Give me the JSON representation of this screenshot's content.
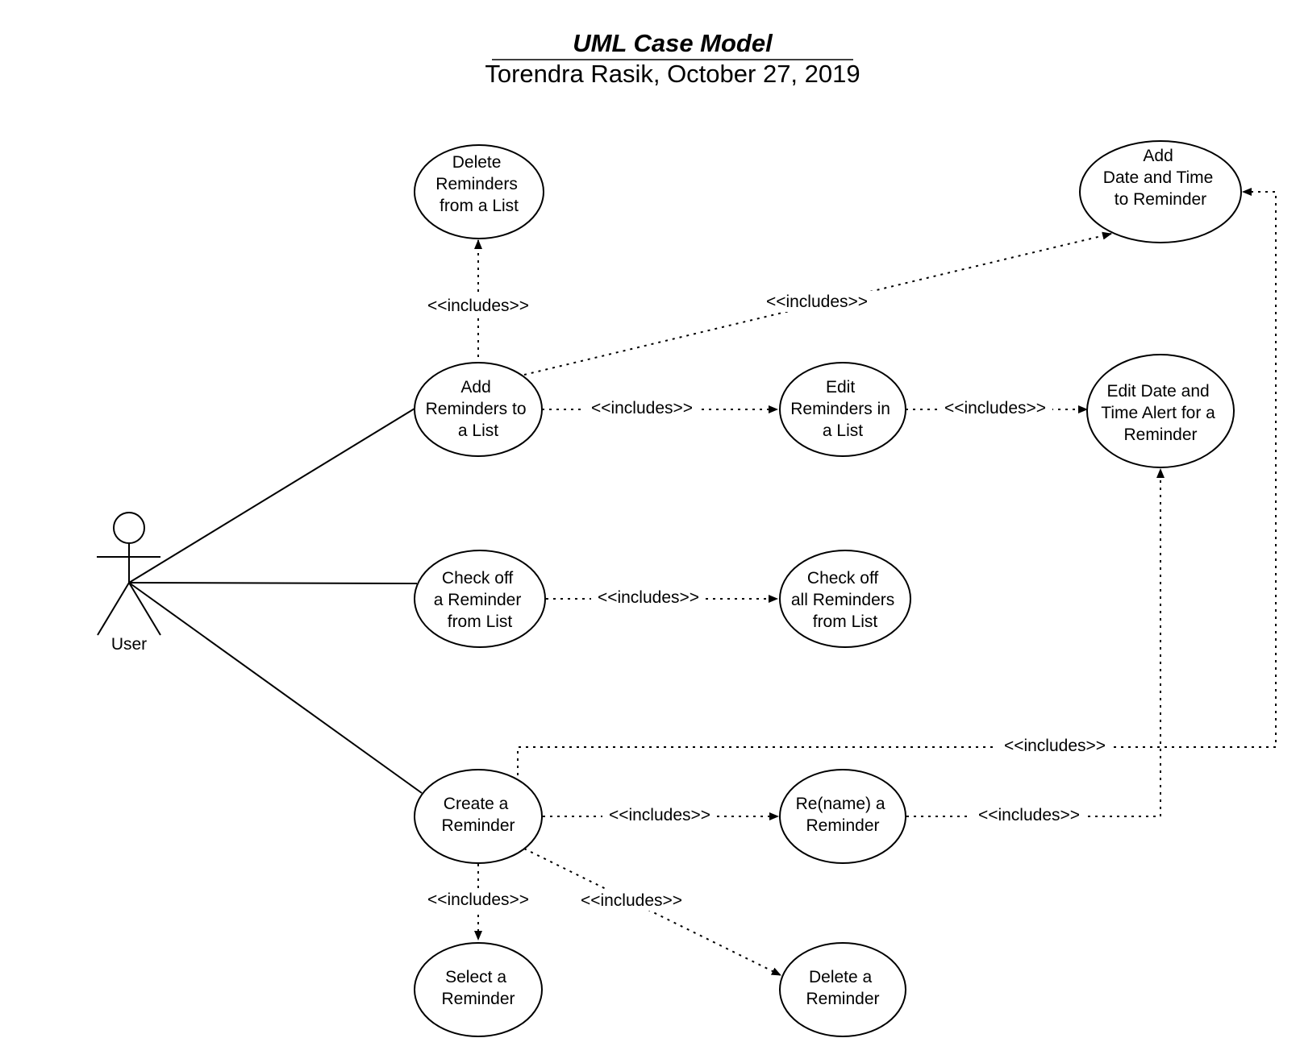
{
  "diagram": {
    "title": "UML Case Model",
    "subtitle": "Torendra Rasik, October 27, 2019",
    "actor": {
      "label": "User"
    },
    "use_cases": [
      {
        "id": "delete_from_list",
        "lines": [
          "Delete",
          "Reminders",
          "from a List"
        ]
      },
      {
        "id": "add_date_time",
        "lines": [
          "Add",
          "Date and Time",
          "to Reminder"
        ]
      },
      {
        "id": "add_to_list",
        "lines": [
          "Add",
          "Reminders to",
          "a List"
        ]
      },
      {
        "id": "edit_in_list",
        "lines": [
          "Edit",
          "Reminders in",
          "a List"
        ]
      },
      {
        "id": "edit_date_alert",
        "lines": [
          "Edit Date and",
          "Time Alert for a",
          "Reminder"
        ]
      },
      {
        "id": "check_off_one",
        "lines": [
          "Check off",
          "a Reminder",
          "from List"
        ]
      },
      {
        "id": "check_off_all",
        "lines": [
          "Check off",
          "all Reminders",
          "from List"
        ]
      },
      {
        "id": "create",
        "lines": [
          "Create a",
          "Reminder"
        ]
      },
      {
        "id": "rename",
        "lines": [
          "Re(name) a",
          "Reminder"
        ]
      },
      {
        "id": "select",
        "lines": [
          "Select a",
          "Reminder"
        ]
      },
      {
        "id": "delete_one",
        "lines": [
          "Delete a",
          "Reminder"
        ]
      }
    ],
    "associations": [
      {
        "from": "actor",
        "to": "add_to_list"
      },
      {
        "from": "actor",
        "to": "check_off_one"
      },
      {
        "from": "actor",
        "to": "create"
      }
    ],
    "relationships": [
      {
        "id": "r1",
        "from": "add_to_list",
        "to": "delete_from_list",
        "label": "<<includes>>"
      },
      {
        "id": "r2",
        "from": "add_to_list",
        "to": "add_date_time",
        "label": "<<includes>>"
      },
      {
        "id": "r3",
        "from": "add_to_list",
        "to": "edit_in_list",
        "label": "<<includes>>"
      },
      {
        "id": "r4",
        "from": "edit_in_list",
        "to": "edit_date_alert",
        "label": "<<includes>>"
      },
      {
        "id": "r5",
        "from": "check_off_one",
        "to": "check_off_all",
        "label": "<<includes>>"
      },
      {
        "id": "r6",
        "from": "create",
        "to": "add_date_time",
        "label": "<<includes>>"
      },
      {
        "id": "r7",
        "from": "create",
        "to": "rename",
        "label": "<<includes>>"
      },
      {
        "id": "r8",
        "from": "rename",
        "to": "edit_date_alert",
        "label": "<<includes>>"
      },
      {
        "id": "r9",
        "from": "create",
        "to": "select",
        "label": "<<includes>>"
      },
      {
        "id": "r10",
        "from": "create",
        "to": "delete_one",
        "label": "<<includes>>"
      }
    ]
  }
}
